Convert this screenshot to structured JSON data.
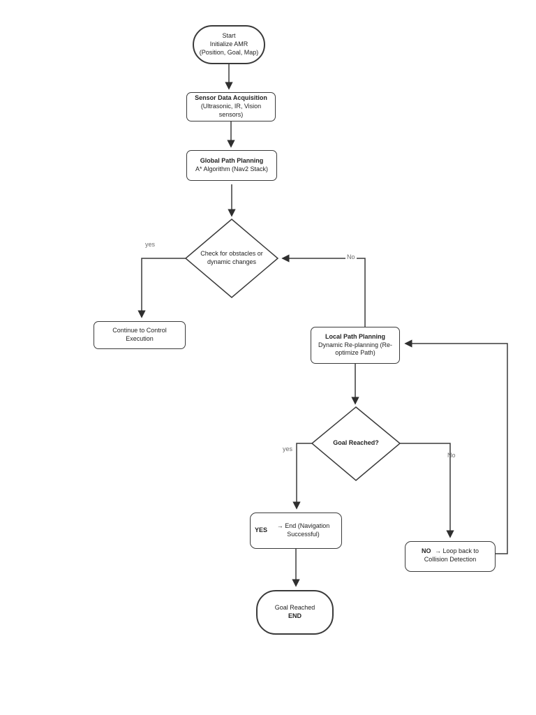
{
  "colors": {
    "background": "#ffffff",
    "line": "#3a3a3a",
    "node_border": "#3a3a3a",
    "text": "#222222",
    "edge_label": "#6b6b6b"
  },
  "nodes": {
    "start": {
      "line1": "Start",
      "line2": "Initialize AMR (Position, Goal, Map)"
    },
    "sensor": {
      "title": "Sensor Data Acquisition",
      "subtitle": "(Ultrasonic, IR, Vision sensors)"
    },
    "global_planning": {
      "title": "Global Path Planning",
      "subtitle": "A* Algorithm (Nav2 Stack)"
    },
    "obstacle_check": {
      "label": "Check for obstacles or dynamic changes"
    },
    "continue_control": {
      "label": "Continue to Control Execution"
    },
    "local_planning": {
      "title": "Local Path Planning",
      "subtitle": "Dynamic Re-planning (Re-optimize Path)"
    },
    "goal_check": {
      "label": "Goal Reached?"
    },
    "yes_end": {
      "prefix": "YES",
      "rest": "→ End (Navigation Successful)"
    },
    "no_loop": {
      "prefix": "NO",
      "rest": "→ Loop back to Collision Detection"
    },
    "end": {
      "line1": "Goal Reached",
      "line2": "END"
    }
  },
  "edge_labels": {
    "yes1": "yes",
    "no1": "No",
    "yes2": "yes",
    "no2": "No"
  }
}
